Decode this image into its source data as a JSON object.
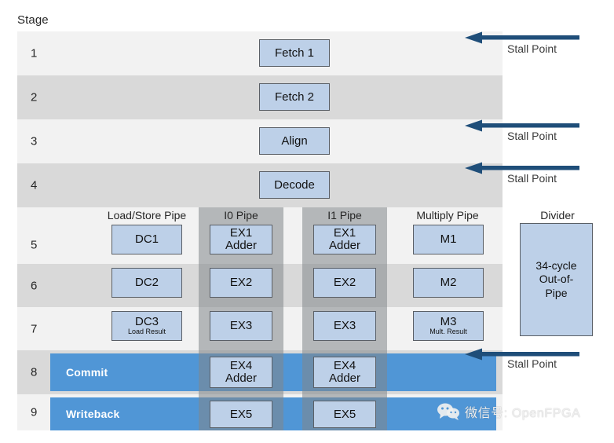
{
  "caption": "Stage",
  "colors": {
    "row_light": "#f2f2f2",
    "row_dark": "#d9d9d9",
    "pipe_overlay": "#82868a",
    "commit_blue": "#5096d6",
    "box_fill": "#bdd0e8",
    "box_border": "#5a5f66",
    "arrow": "#1f4e79"
  },
  "stages": [
    {
      "number": "1",
      "shade": "light"
    },
    {
      "number": "2",
      "shade": "dark"
    },
    {
      "number": "3",
      "shade": "light"
    },
    {
      "number": "4",
      "shade": "dark"
    },
    {
      "number": "5",
      "shade": "light"
    },
    {
      "number": "6",
      "shade": "dark"
    },
    {
      "number": "7",
      "shade": "light"
    },
    {
      "number": "8",
      "shade": "dark"
    },
    {
      "number": "9",
      "shade": "light"
    }
  ],
  "front_end_boxes": [
    {
      "label": "Fetch 1",
      "stage": "1"
    },
    {
      "label": "Fetch 2",
      "stage": "2"
    },
    {
      "label": "Align",
      "stage": "3"
    },
    {
      "label": "Decode",
      "stage": "4"
    }
  ],
  "columns": [
    {
      "id": "load-store",
      "header": "Load/Store Pipe",
      "shaded": false
    },
    {
      "id": "i0",
      "header": "I0 Pipe",
      "shaded": true
    },
    {
      "id": "i1",
      "header": "I1 Pipe",
      "shaded": true
    },
    {
      "id": "multiply",
      "header": "Multiply Pipe",
      "shaded": false
    },
    {
      "id": "divider",
      "header": "Divider",
      "shaded": false
    }
  ],
  "pipe_stages": {
    "load_store": [
      {
        "stage": "5",
        "label": "DC1",
        "sub": ""
      },
      {
        "stage": "6",
        "label": "DC2",
        "sub": ""
      },
      {
        "stage": "7",
        "label": "DC3",
        "sub": "Load Result"
      }
    ],
    "i0": [
      {
        "stage": "5",
        "label": "EX1",
        "line2": "Adder"
      },
      {
        "stage": "6",
        "label": "EX2",
        "line2": ""
      },
      {
        "stage": "7",
        "label": "EX3",
        "line2": ""
      },
      {
        "stage": "8",
        "label": "EX4",
        "line2": "Adder"
      },
      {
        "stage": "9",
        "label": "EX5",
        "line2": ""
      }
    ],
    "i1": [
      {
        "stage": "5",
        "label": "EX1",
        "line2": "Adder"
      },
      {
        "stage": "6",
        "label": "EX2",
        "line2": ""
      },
      {
        "stage": "7",
        "label": "EX3",
        "line2": ""
      },
      {
        "stage": "8",
        "label": "EX4",
        "line2": "Adder"
      },
      {
        "stage": "9",
        "label": "EX5",
        "line2": ""
      }
    ],
    "multiply": [
      {
        "stage": "5",
        "label": "M1",
        "sub": ""
      },
      {
        "stage": "6",
        "label": "M2",
        "sub": ""
      },
      {
        "stage": "7",
        "label": "M3",
        "sub": "Mult. Result"
      }
    ],
    "divider": {
      "text": "34-cycle Out-of-Pipe",
      "line1": "34-cycle",
      "line2": "Out-of-",
      "line3": "Pipe"
    }
  },
  "blue_bars": [
    {
      "stage": "8",
      "label": "Commit"
    },
    {
      "stage": "9",
      "label": "Writeback"
    }
  ],
  "stall_points": [
    {
      "stage": "1",
      "label": "Stall Point"
    },
    {
      "stage": "3",
      "label": "Stall Point"
    },
    {
      "stage": "4",
      "label": "Stall Point"
    },
    {
      "stage": "8",
      "label": "Stall Point"
    }
  ],
  "watermark": {
    "icon": "wechat-icon",
    "text": "微信号: OpenFPGA"
  }
}
